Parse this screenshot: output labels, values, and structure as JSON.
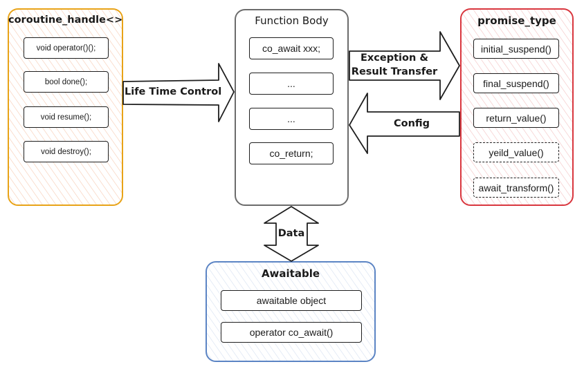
{
  "coroutine_handle": {
    "title": "coroutine_handle<>",
    "items": [
      "void operator()();",
      "bool done();",
      "void resume();",
      "void destroy();"
    ]
  },
  "function_body": {
    "title": "Function Body",
    "items": [
      "co_await xxx;",
      "...",
      "...",
      "co_return;"
    ]
  },
  "promise_type": {
    "title": "promise_type",
    "items": [
      "initial_suspend()",
      "final_suspend()",
      "return_value()",
      "yeild_value()",
      "await_transform()"
    ]
  },
  "awaitable": {
    "title": "Awaitable",
    "items": [
      "awaitable object",
      "operator co_await()"
    ]
  },
  "arrows": {
    "life_time_control": "Life Time Control",
    "exception_line1": "Exception &",
    "exception_line2": "Result Transfer",
    "config": "Config",
    "data": "Data"
  },
  "colors": {
    "coroutine_handle": "#e8a317",
    "function_body": "#6b6b6b",
    "promise_type": "#d9363e",
    "awaitable": "#5b84c4"
  }
}
